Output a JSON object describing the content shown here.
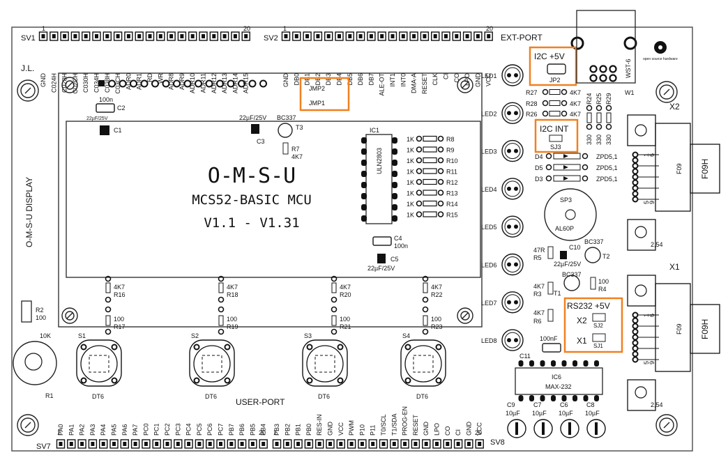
{
  "board": {
    "author": "J.L.",
    "display_label": "O-M-S-U  DISPLAY",
    "title_main": "O-M-S-U",
    "title_sub": "MCS52-BASIC MCU",
    "title_version": "V1.1 - V1.31",
    "oshw_text": "open source hardware"
  },
  "headers": {
    "sv1": {
      "name": "SV1",
      "pin1": "1",
      "pin20": "20",
      "pins": [
        "GND",
        "C024H",
        "C028H",
        "C02CH",
        "C030H",
        "C034H",
        "C038H",
        "C03CH",
        "ADR0",
        "ADR1",
        "RD",
        "WR",
        "ADR8",
        "ADR9",
        "ADR10",
        "ADR11",
        "ADR12",
        "ADR13",
        "ADR14",
        "ADR15"
      ]
    },
    "sv2": {
      "name": "SV2",
      "pin1": "1",
      "pin20": "20",
      "title": "EXT-PORT",
      "pins": [
        "GND",
        "DB0",
        "DB1",
        "DB2",
        "DB3",
        "DB4",
        "DB5",
        "DB6",
        "DB7",
        "ALE-OT",
        "INT1",
        "INT0",
        "DMA-A",
        "RESET",
        "CLK",
        "CI",
        "CO",
        "LPO",
        "GND",
        "VCC"
      ]
    },
    "sv7": {
      "name": "SV7",
      "pin1": "1",
      "pin20": "20",
      "pins": [
        "PA0",
        "PA1",
        "PA2",
        "PA3",
        "PA4",
        "PA5",
        "PA6",
        "PA7",
        "PC0",
        "PC1",
        "PC2",
        "PC3",
        "PC4",
        "PC5",
        "PC6",
        "PC7",
        "PB7",
        "PB6",
        "PB5",
        "PB4"
      ]
    },
    "sv8": {
      "name": "SV8",
      "pin1": "1",
      "pin20": "20",
      "title": "USER-PORT",
      "pins": [
        "PB3",
        "PB2",
        "PB1",
        "PB0",
        "RES-IN",
        "GND",
        "VCC",
        "PWM",
        "P10",
        "P11",
        "T0/SCL",
        "T1/SDA",
        "PROG-EN",
        "RESET",
        "GND",
        "LPO",
        "CO",
        "CI",
        "GND",
        "VCC"
      ]
    }
  },
  "highlights": {
    "jmp2": "JMP2",
    "jmp1": "JMP1",
    "i2c5v": "I2C +5V",
    "i2c5v_part": "JP2",
    "i2cint": "I2C INT",
    "i2cint_part": "SJ3",
    "rs232": "RS232 +5V",
    "x2": "X2",
    "x2_part": "SJ2",
    "x1": "X1",
    "x1_part": "SJ1"
  },
  "leds": [
    "LED1",
    "LED2",
    "LED3",
    "LED4",
    "LED5",
    "LED6",
    "LED7",
    "LED8"
  ],
  "buttons": [
    {
      "name": "S1",
      "type": "DT6"
    },
    {
      "name": "S2",
      "type": "DT6"
    },
    {
      "name": "S3",
      "type": "DT6"
    },
    {
      "name": "S4",
      "type": "DT6"
    }
  ],
  "pullups": [
    {
      "r1": "R16",
      "v1": "4K7",
      "r2": "R17",
      "v2": "100"
    },
    {
      "r1": "R18",
      "v1": "4K7",
      "r2": "R19",
      "v2": "100"
    },
    {
      "r1": "R20",
      "v1": "4K7",
      "r2": "R21",
      "v2": "100"
    },
    {
      "r1": "R22",
      "v1": "4K7",
      "r2": "R23",
      "v2": "100"
    }
  ],
  "ic1": {
    "name": "IC1",
    "part": "ULN2803"
  },
  "ic1_res": [
    {
      "v": "1K",
      "r": "R8"
    },
    {
      "v": "1K",
      "r": "R9"
    },
    {
      "v": "1K",
      "r": "R10"
    },
    {
      "v": "1K",
      "r": "R11"
    },
    {
      "v": "1K",
      "r": "R12"
    },
    {
      "v": "1K",
      "r": "R13"
    },
    {
      "v": "1K",
      "r": "R14"
    },
    {
      "v": "1K",
      "r": "R15"
    }
  ],
  "ic6": {
    "name": "IC6",
    "part": "MAX-232"
  },
  "caps_bottom": [
    {
      "name": "C9",
      "v": "10µF"
    },
    {
      "name": "C7",
      "v": "10µF"
    },
    {
      "name": "C6",
      "v": "10µF"
    },
    {
      "name": "C8",
      "v": "10µF"
    }
  ],
  "parts": {
    "c2": "C2",
    "c2v": "100n",
    "c1": "C1",
    "c1v": "22µF/25V",
    "c3": "C3",
    "c3v": "22µF/25V",
    "t3": "T3",
    "t3v": "BC337",
    "r7": "R7",
    "r7v": "4K7",
    "c4": "C4",
    "c4v": "100n",
    "c5": "C5",
    "c5v": "22µF/25V",
    "r2": "R2",
    "r2v": "100",
    "r1": "R1",
    "r1v": "10K",
    "r27": "R27",
    "r28": "R28",
    "r26": "R26",
    "rv4k7": "4K7",
    "r24": "R24",
    "r25": "R25",
    "r29": "R29",
    "r330": "330",
    "w1": "W1",
    "wst": "WST-6",
    "d4": "D4",
    "d5": "D5",
    "d3": "D3",
    "zpd": "ZPD5,1",
    "sp3": "SP3",
    "sp3v": "AL60P",
    "r5": "R5",
    "r5v": "47R",
    "c10": "C10",
    "c10v": "22µF/25V",
    "t2": "T2",
    "t2v": "BC337",
    "t1": "T1",
    "t1v": "BC337",
    "r3": "R3",
    "r3v": "4K7",
    "r4": "R4",
    "r4v": "100",
    "r6": "R6",
    "r6v": "4K7",
    "c11": "C11",
    "c11v": "100nF",
    "x2": "X2",
    "x1": "X1",
    "f09h": "F09H",
    "f09": "F09",
    "pin1": "1",
    "pin5": "5",
    "pin6": "6",
    "pin9": "9",
    "pitch": "2,54"
  },
  "colors": {
    "highlight": "#f08020",
    "ink": "#111111",
    "board_outline": "#444444"
  }
}
